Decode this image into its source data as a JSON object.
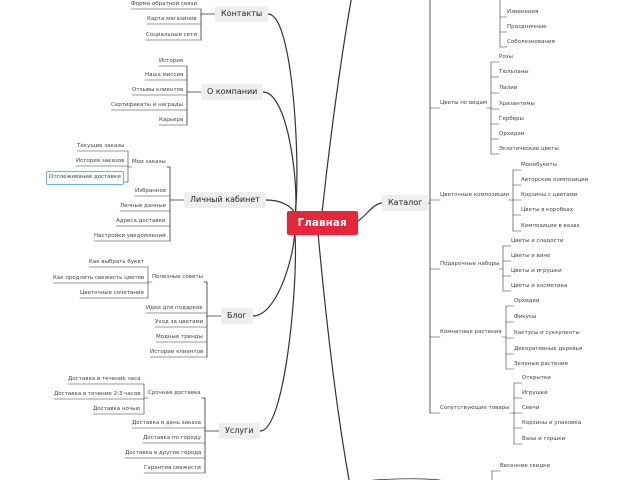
{
  "root": "Главная",
  "left": [
    {
      "title": "Контакты",
      "items": [
        "Форма обратной связи",
        "Карта магазинов",
        "Социальные сети"
      ]
    },
    {
      "title": "О компании",
      "items": [
        "История",
        "Наша миссия",
        "Отзывы клиентов",
        "Сертификаты и награды",
        "Карьера"
      ]
    },
    {
      "title": "Личный кабинет",
      "groups": [
        {
          "title": "Мои заказы",
          "items": [
            "Текущие заказы",
            "История заказов",
            "Отслеживание доставки"
          ]
        }
      ],
      "items": [
        "Избранное",
        "Личные данные",
        "Адреса доставки",
        "Настройки уведомлений"
      ]
    },
    {
      "title": "Блог",
      "groups": [
        {
          "title": "Полезные советы",
          "items": [
            "Как выбрать букет",
            "Как продлить свежесть цветов",
            "Цветочные сочетания"
          ]
        }
      ],
      "items": [
        "Идеи для подарков",
        "Уход за цветами",
        "Модные тренды",
        "Истории клиентов"
      ]
    },
    {
      "title": "Услуги",
      "groups": [
        {
          "title": "Срочная доставка",
          "items": [
            "Доставка в течение часа",
            "Доставка в течение 2-3 часов",
            "Доставка ночью"
          ]
        }
      ],
      "items": [
        "Доставка в день заказа",
        "Доставка по городу",
        "Доставка в другие города",
        "Гарантия свежести"
      ]
    }
  ],
  "right": {
    "title": "Каталог",
    "top_fragments": [
      "Извинения",
      "Праздничные",
      "Соболезнования"
    ],
    "groups": [
      {
        "title": "Цветы по видам",
        "items": [
          "Розы",
          "Тюльпаны",
          "Лилии",
          "Хризантемы",
          "Герберы",
          "Орхидеи",
          "Экзотические цветы"
        ]
      },
      {
        "title": "Цветочные композиции",
        "items": [
          "Монобукеты",
          "Авторские композиции",
          "Корзины с цветами",
          "Цветы в коробках",
          "Композиции в вазах"
        ]
      },
      {
        "title": "Подарочные наборы",
        "items": [
          "Цветы и сладости",
          "Цветы и вино",
          "Цветы и игрушки",
          "Цветы и косметика"
        ]
      },
      {
        "title": "Комнатные растения",
        "items": [
          "Орхидеи",
          "Фикусы",
          "Кактусы и суккуленты",
          "Декоративные деревья",
          "Зеленые растения"
        ]
      },
      {
        "title": "Сопутствующие товары",
        "items": [
          "Открытки",
          "Игрушки",
          "Свечи",
          "Корзины и упаковка",
          "Вазы и горшки"
        ]
      }
    ],
    "bottom_fragment": "Весенние скидки"
  },
  "highlighted_item": "Отслеживание доставки",
  "colors": {
    "root_bg": "#e8263a",
    "line": "#333333",
    "branch_bg": "#eeeeee",
    "highlight_border": "#6ab4ea"
  }
}
